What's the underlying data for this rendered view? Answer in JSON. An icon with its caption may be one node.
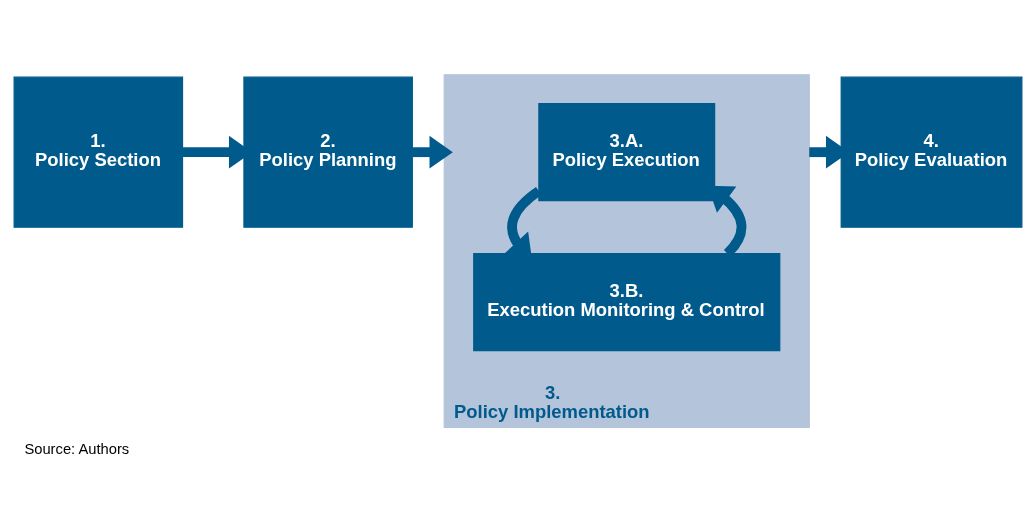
{
  "diagram": {
    "caption": "Source: Authors",
    "nodes": [
      {
        "text": [
          "1.",
          "Policy Section"
        ]
      },
      {
        "text": [
          "2.",
          "Policy Planning"
        ]
      },
      {
        "text": [
          "3.",
          "Policy Implementation"
        ]
      },
      {
        "text": [
          "3.A.",
          "Policy Execution"
        ],
        "in": 2
      },
      {
        "text": [
          "3.B.",
          "Execution Monitoring & Control"
        ],
        "in": 2
      },
      {
        "text": [
          "4.",
          "Policy Evaluation"
        ]
      }
    ],
    "edges": [
      {
        "from": 0,
        "to": 1,
        "arrow": "to"
      },
      {
        "from": 1,
        "to": 2,
        "arrow": "to"
      },
      {
        "from": 4,
        "to": 3,
        "arrow": "to"
      },
      {
        "from": 3,
        "to": 4,
        "arrow": "to"
      },
      {
        "from": 2,
        "to": 5,
        "arrow": "to"
      }
    ]
  }
}
